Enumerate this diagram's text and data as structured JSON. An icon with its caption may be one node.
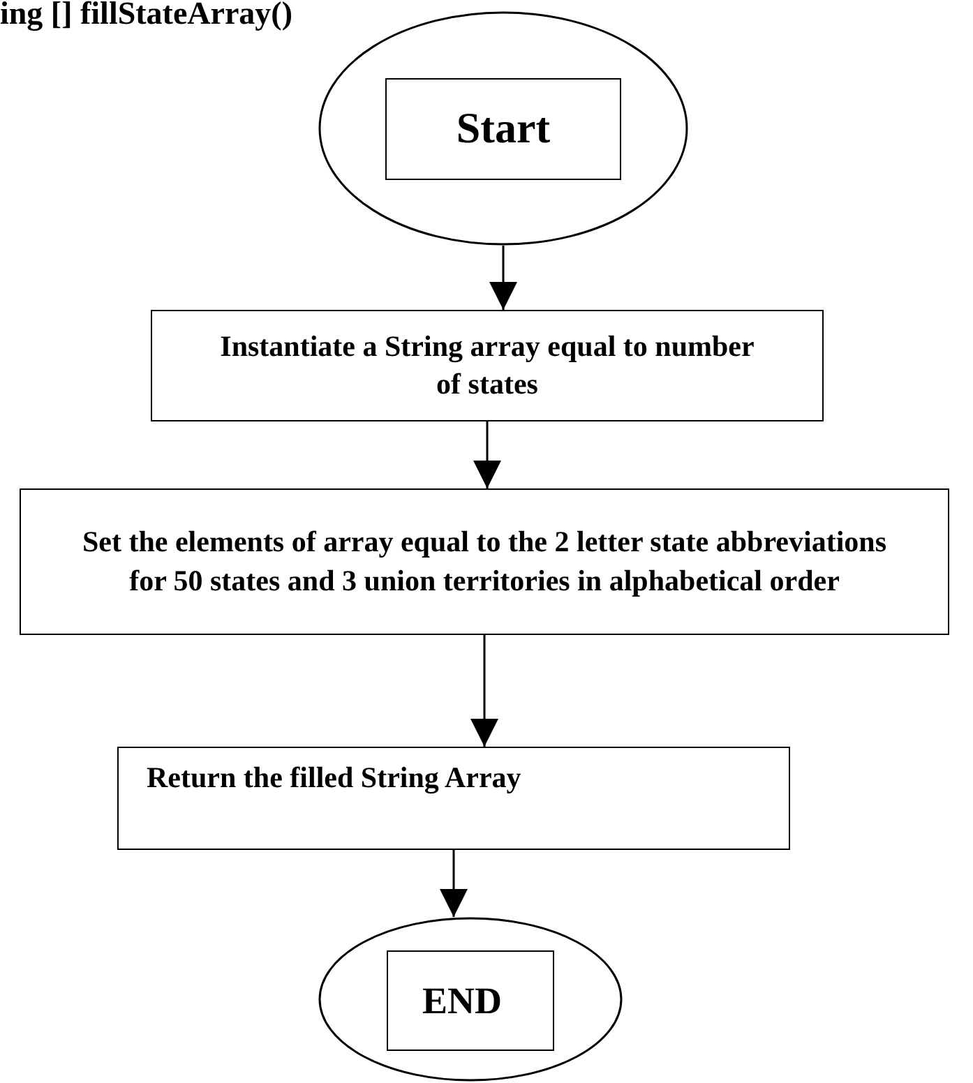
{
  "diagram": {
    "title": "ing [] fillStateArray()",
    "nodes": [
      {
        "text": [],
        "shape": "circle"
      },
      {
        "text": [
          "Start"
        ],
        "in": 0
      },
      {
        "text": [
          "Instantiate a String array equal to number of states"
        ]
      },
      {
        "text": [
          "Set the elements of array equal to the 2 letter state abbreviations for 50 states and 3 union territories in alphabetical order"
        ]
      },
      {
        "text": [
          "Return the filled String Array"
        ]
      },
      {
        "text": [],
        "shape": "circle"
      },
      {
        "text": [
          "END"
        ],
        "in": 5
      }
    ],
    "edges": [
      {
        "from": 0,
        "to": 2,
        "arrow": "to"
      },
      {
        "from": 2,
        "to": 3,
        "arrow": "to"
      },
      {
        "from": 3,
        "to": 4,
        "arrow": "to"
      },
      {
        "from": 4,
        "to": 5,
        "arrow": "to"
      }
    ]
  }
}
